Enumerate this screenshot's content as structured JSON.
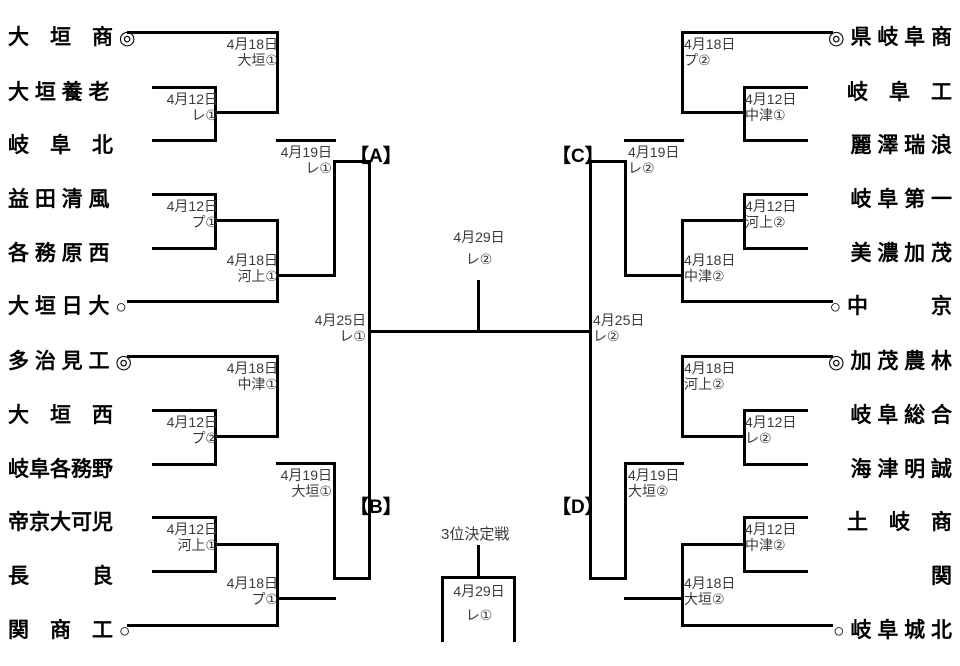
{
  "tournament": {
    "left_teams": [
      {
        "name": "大　垣　商",
        "mark": "◎"
      },
      {
        "name": "大 垣 養 老",
        "mark": ""
      },
      {
        "name": "岐　阜　北",
        "mark": ""
      },
      {
        "name": "益 田 清 風",
        "mark": ""
      },
      {
        "name": "各 務 原 西",
        "mark": ""
      },
      {
        "name": "大 垣 日 大",
        "mark": "○"
      },
      {
        "name": "多 治 見 工",
        "mark": "◎"
      },
      {
        "name": "大　垣　西",
        "mark": ""
      },
      {
        "name": "岐阜各務野",
        "mark": ""
      },
      {
        "name": "帝京大可児",
        "mark": ""
      },
      {
        "name": "長　　　良",
        "mark": ""
      },
      {
        "name": "関　商　工",
        "mark": "○"
      }
    ],
    "right_teams": [
      {
        "name": "県 岐 阜 商",
        "mark": "◎"
      },
      {
        "name": "岐　阜　工",
        "mark": ""
      },
      {
        "name": "麗 澤 瑞 浪",
        "mark": ""
      },
      {
        "name": "岐 阜 第 一",
        "mark": ""
      },
      {
        "name": "美 濃 加 茂",
        "mark": ""
      },
      {
        "name": "中　　　京",
        "mark": "○"
      },
      {
        "name": "加 茂 農 林",
        "mark": "◎"
      },
      {
        "name": "岐 阜 総 合",
        "mark": ""
      },
      {
        "name": "海 津 明 誠",
        "mark": ""
      },
      {
        "name": "土　岐　商",
        "mark": ""
      },
      {
        "name": "関",
        "mark": ""
      },
      {
        "name": "岐 阜 城 北",
        "mark": "○"
      }
    ],
    "matches": {
      "L_r1_a": {
        "date": "4月12日",
        "venue": "レ①"
      },
      "L_r1_b": {
        "date": "4月12日",
        "venue": "プ①"
      },
      "L_r1_c": {
        "date": "4月12日",
        "venue": "プ②"
      },
      "L_r1_d": {
        "date": "4月12日",
        "venue": "河上①"
      },
      "L_r2_a": {
        "date": "4月18日",
        "venue": "大垣①"
      },
      "L_r2_b": {
        "date": "4月18日",
        "venue": "河上①"
      },
      "L_r2_c": {
        "date": "4月18日",
        "venue": "中津①"
      },
      "L_r2_d": {
        "date": "4月18日",
        "venue": "プ①"
      },
      "L_r3_a": {
        "date": "4月19日",
        "venue": "レ①"
      },
      "L_r3_b": {
        "date": "4月19日",
        "venue": "大垣①"
      },
      "L_semi": {
        "date": "4月25日",
        "venue": "レ①"
      },
      "R_r1_a": {
        "date": "4月12日",
        "venue": "中津①"
      },
      "R_r1_b": {
        "date": "4月12日",
        "venue": "河上②"
      },
      "R_r1_c": {
        "date": "4月12日",
        "venue": "レ②"
      },
      "R_r1_d": {
        "date": "4月12日",
        "venue": "中津②"
      },
      "R_r2_a": {
        "date": "4月18日",
        "venue": "プ②"
      },
      "R_r2_b": {
        "date": "4月18日",
        "venue": "中津②"
      },
      "R_r2_c": {
        "date": "4月18日",
        "venue": "河上②"
      },
      "R_r2_d": {
        "date": "4月18日",
        "venue": "大垣②"
      },
      "R_r3_a": {
        "date": "4月19日",
        "venue": "レ②"
      },
      "R_r3_b": {
        "date": "4月19日",
        "venue": "大垣②"
      },
      "R_semi": {
        "date": "4月25日",
        "venue": "レ②"
      },
      "final": {
        "date": "4月29日",
        "venue": "レ②"
      },
      "third": {
        "date": "4月29日",
        "venue": "レ①"
      }
    },
    "group_labels": {
      "a": "【A】",
      "b": "【B】",
      "c": "【C】",
      "d": "【D】"
    },
    "third_place_title": "3位決定戦"
  }
}
